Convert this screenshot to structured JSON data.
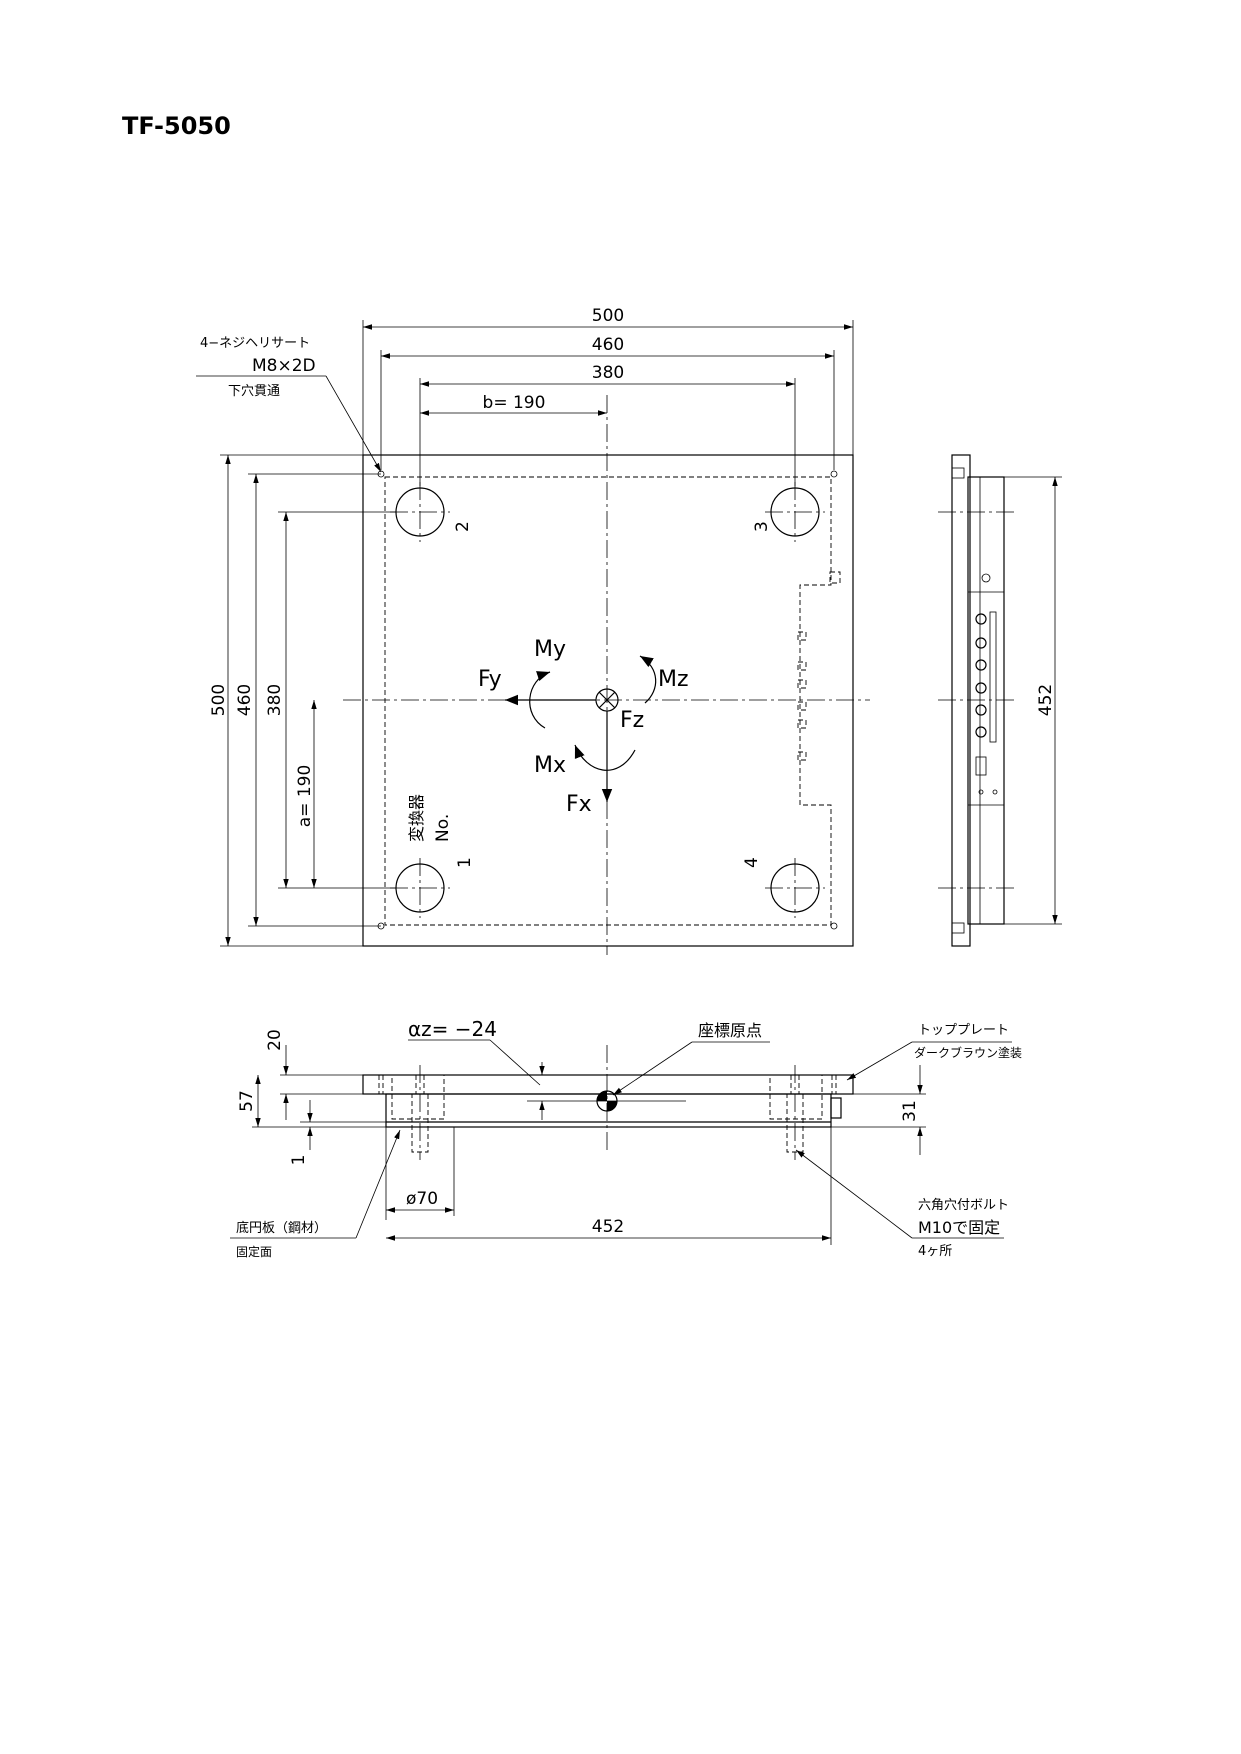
{
  "title": "TF-5050",
  "top_view": {
    "dims": {
      "w500": "500",
      "w460": "460",
      "w380": "380",
      "b190": "b= 190",
      "h500": "500",
      "h460": "460",
      "h380": "380",
      "a190": "a= 190"
    },
    "callout": {
      "line1": "4−ネジヘリサート",
      "line2": "M8×2D",
      "line3": "下穴貫通"
    },
    "sensor_numbers": [
      "1",
      "2",
      "3",
      "4"
    ],
    "sensor_label_line1": "変換器",
    "sensor_label_line2": "No.",
    "forces": {
      "fx": "Fx",
      "fy": "Fy",
      "fz": "Fz",
      "mx": "Mx",
      "my": "My",
      "mz": "Mz"
    }
  },
  "side_view": {
    "dim": "452"
  },
  "front_view": {
    "dims": {
      "h20": "20",
      "h57": "57",
      "h1": "1",
      "h31": "31",
      "dia70": "ø70",
      "w452": "452"
    },
    "az": "αz= −24",
    "origin_label": "座標原点",
    "top_plate_line1": "トッププレート",
    "top_plate_line2": "ダークブラウン塗装",
    "base_line1": "底円板（鋼材）",
    "base_line2": "固定面",
    "bolt_line1": "六角穴付ボルト",
    "bolt_line2": "M10で固定",
    "bolt_line3": "4ヶ所"
  }
}
